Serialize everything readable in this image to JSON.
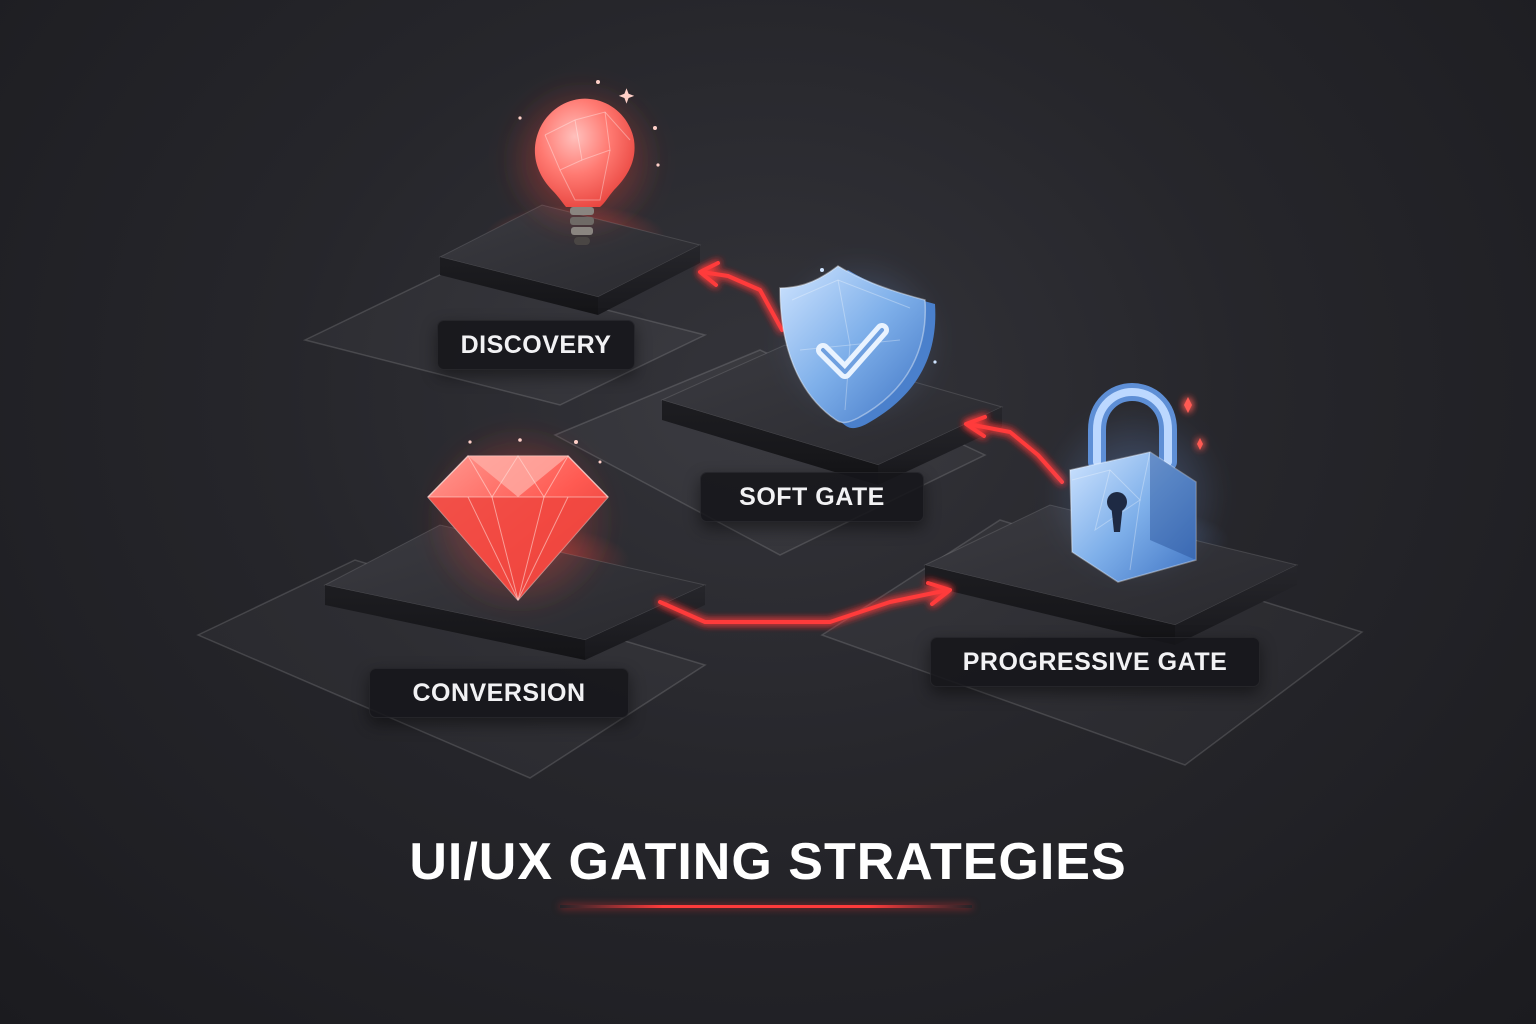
{
  "title": "UI/UX GATING STRATEGIES",
  "stages": {
    "discovery": {
      "label": "DISCOVERY",
      "icon": "lightbulb-icon"
    },
    "soft_gate": {
      "label": "SOFT GATE",
      "icon": "shield-check-icon"
    },
    "progressive_gate": {
      "label": "PROGRESSIVE GATE",
      "icon": "padlock-icon"
    },
    "conversion": {
      "label": "CONVERSION",
      "icon": "diamond-icon"
    }
  },
  "colors": {
    "background": "#26262b",
    "accent": "#ff3b3b",
    "icon_blue": "#7fb0ea",
    "platform": "#2f2f34"
  }
}
